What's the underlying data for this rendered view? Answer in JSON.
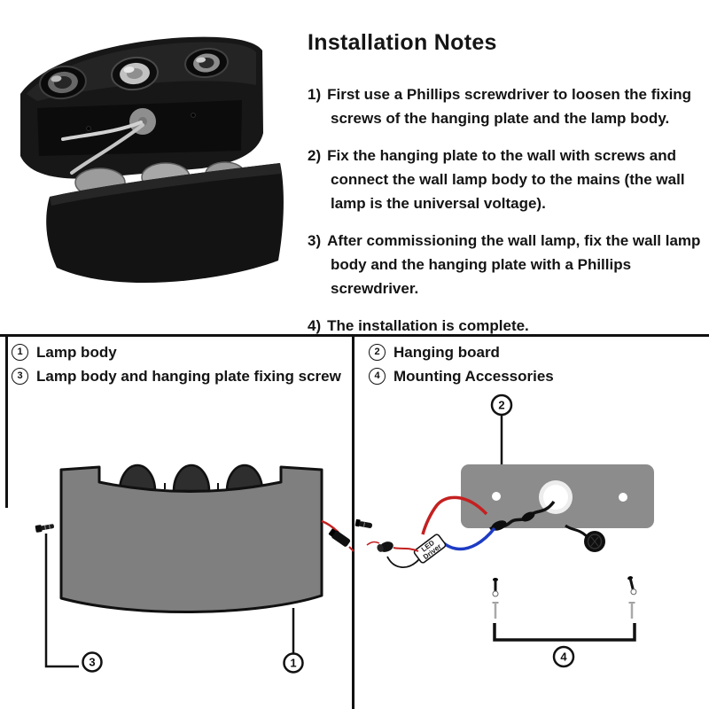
{
  "title": "Installation Notes",
  "steps": [
    {
      "num": "1)",
      "text": "First use a Phillips screwdriver to loosen the fixing screws of the hanging plate and the lamp body."
    },
    {
      "num": "2)",
      "text": "Fix the hanging plate to the wall with screws and connect the wall lamp body to the mains (the wall lamp is the universal voltage)."
    },
    {
      "num": "3)",
      "text": "After commissioning the wall lamp, fix the wall lamp body and the hanging plate with a Phillips screwdriver."
    },
    {
      "num": "4)",
      "text": "The installation is complete."
    }
  ],
  "parts_legend": {
    "left": [
      {
        "num": "1",
        "label": "Lamp body"
      },
      {
        "num": "3",
        "label": "Lamp body and hanging plate fixing screw"
      }
    ],
    "right": [
      {
        "num": "2",
        "label": "Hanging board"
      },
      {
        "num": "4",
        "label": "Mounting Accessories"
      }
    ]
  },
  "callouts": {
    "lamp_body": "1",
    "hanging_board": "2",
    "fixing_screw": "3",
    "mounting_accessories": "4"
  },
  "led_driver": {
    "line1": "LED",
    "line2": "Driver"
  },
  "colors": {
    "lamp_body_gray": "#7f7f7f",
    "hanging_board_gray": "#8c8c8c",
    "wire_red": "#c42020",
    "wire_blue": "#1d3bc4",
    "outline": "#111111",
    "photo_black": "#151515"
  }
}
